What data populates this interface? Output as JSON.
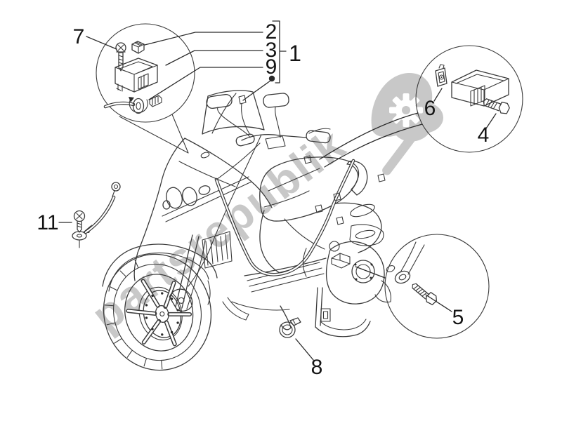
{
  "colors": {
    "background": "#ffffff",
    "line": "#3a3a3a",
    "label": "#141414",
    "watermark": "#c8c8c8"
  },
  "watermark": {
    "text": "partsrepublik",
    "logo": "gear-wrench-icon"
  },
  "callouts": {
    "n1": {
      "label": "1"
    },
    "n2": {
      "label": "2"
    },
    "n3": {
      "label": "3"
    },
    "n4": {
      "label": "4"
    },
    "n5": {
      "label": "5"
    },
    "n6": {
      "label": "6"
    },
    "n7": {
      "label": "7"
    },
    "n8": {
      "label": "8"
    },
    "n9": {
      "label": "9"
    },
    "n11": {
      "label": "11"
    }
  }
}
